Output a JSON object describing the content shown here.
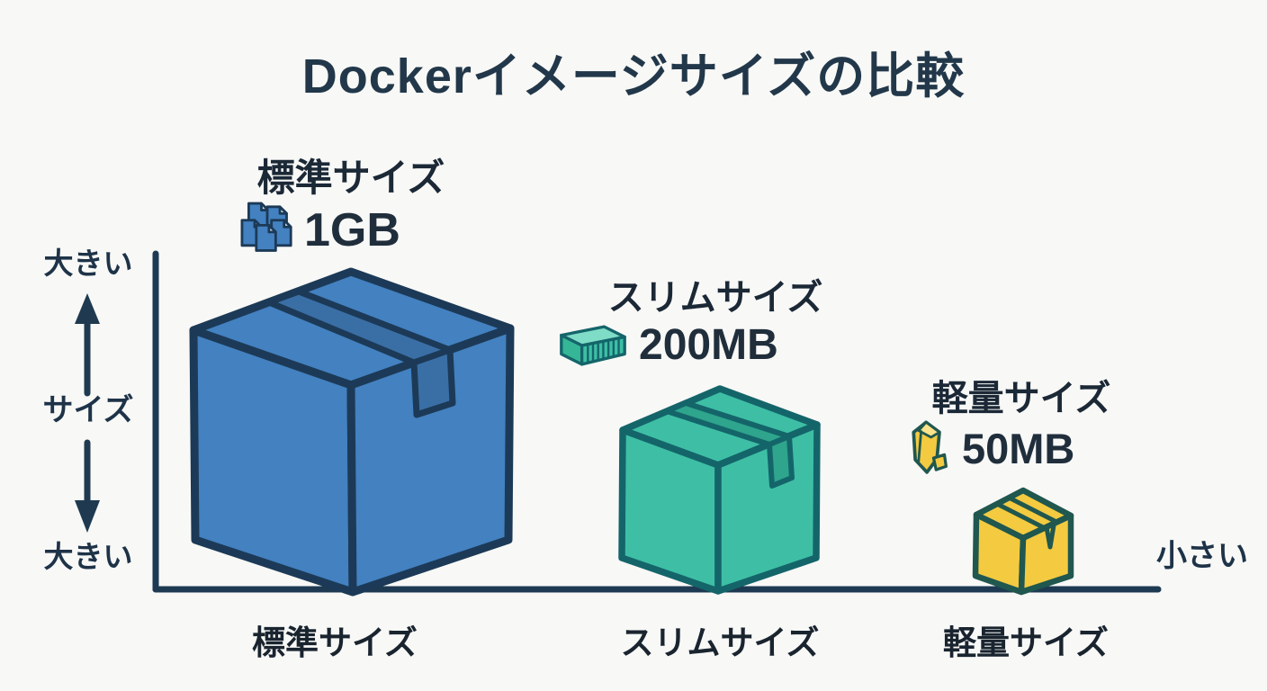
{
  "title": "Dockerイメージサイズの比較",
  "y_axis": {
    "top_label": "大きい",
    "axis_title": "サイズ",
    "bottom_label": "大きい"
  },
  "x_axis": {
    "right_label": "小さい"
  },
  "items": [
    {
      "label": "標準サイズ",
      "value": "1GB",
      "axis_label": "標準サイズ",
      "icon": "files-stack-icon"
    },
    {
      "label": "スリムサイズ",
      "value": "200MB",
      "axis_label": "スリムサイズ",
      "icon": "shipping-container-icon"
    },
    {
      "label": "軽量サイズ",
      "value": "50MB",
      "axis_label": "軽量サイズ",
      "icon": "crystal-icon"
    }
  ],
  "colors": {
    "background": "#f8f8f6",
    "title_text": "#22384a",
    "body_text": "#1b2836",
    "axis_line": "#1d3a52",
    "standard_fill": "#4381c0",
    "standard_tape": "#3a6fa6",
    "standard_outline": "#1c3a57",
    "slim_fill": "#3ebfa5",
    "slim_top": "#7fdcc6",
    "slim_side": "#35b797",
    "slim_tape": "#2ea58c",
    "slim_outline": "#14656a",
    "light_fill": "#f3ca40",
    "light_facet": "#fae38b",
    "light_outline": "#20574f"
  },
  "chart_data": {
    "type": "bar",
    "title": "Dockerイメージサイズの比較",
    "ylabel": "サイズ",
    "categories": [
      "標準サイズ",
      "スリムサイズ",
      "軽量サイズ"
    ],
    "values_label": [
      "1GB",
      "200MB",
      "50MB"
    ],
    "values_mb": [
      1024,
      200,
      50
    ],
    "legend_position": "none",
    "grid": false
  }
}
